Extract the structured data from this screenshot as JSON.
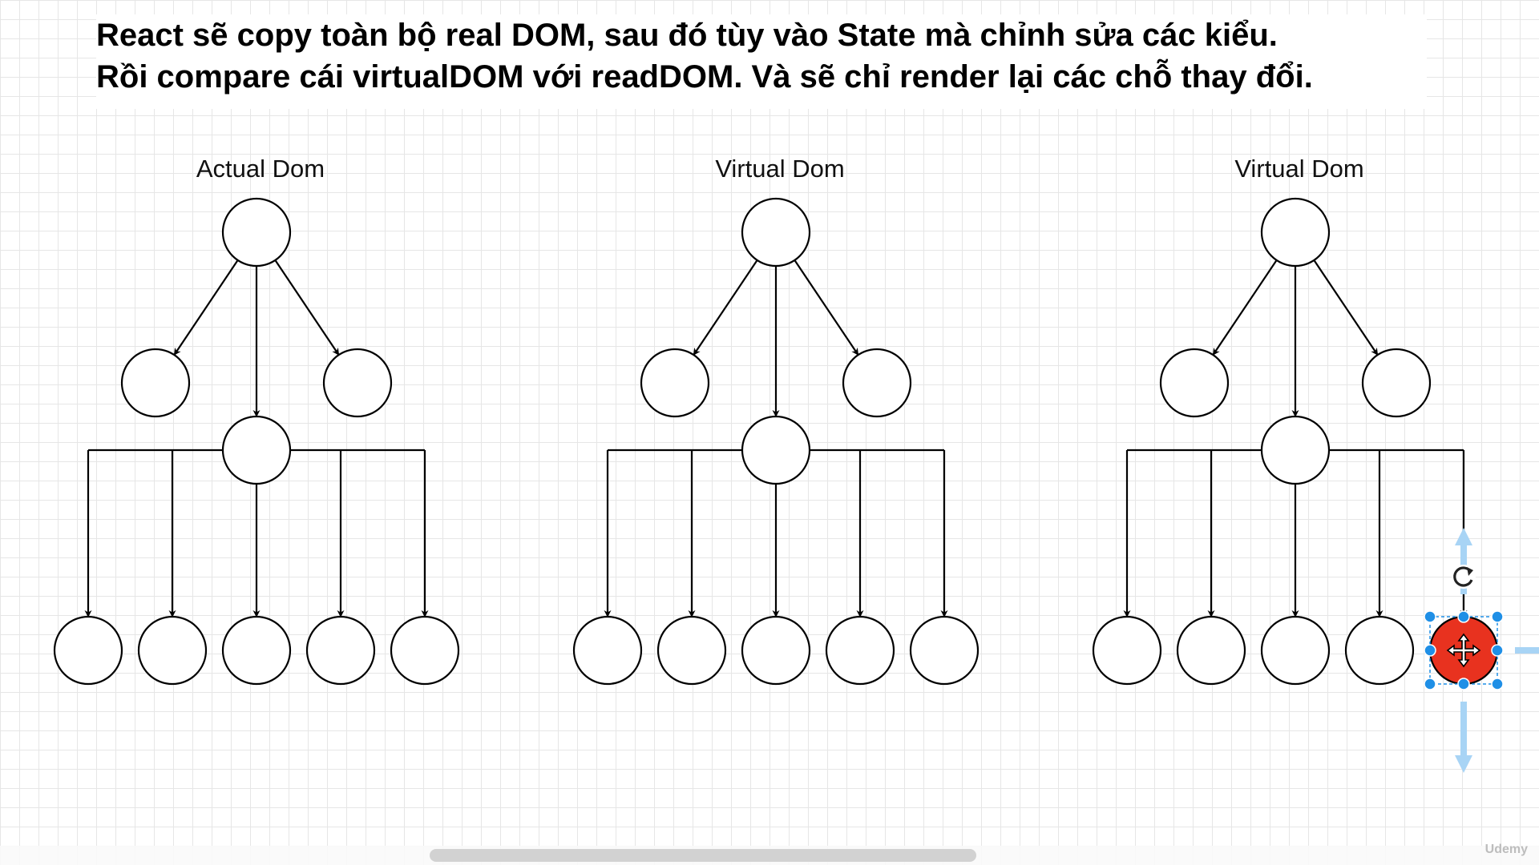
{
  "caption": {
    "line1": "React sẽ copy toàn  bộ real DOM, sau đó tùy vào State mà chỉnh sửa các kiểu.",
    "line2": "Rồi compare cái virtualDOM với readDOM. Và sẽ chỉ render lại các chỗ thay đổi."
  },
  "trees": [
    {
      "title": "Actual Dom",
      "changed_leaf": null
    },
    {
      "title": "Virtual Dom",
      "changed_leaf": null
    },
    {
      "title": "Virtual Dom",
      "changed_leaf": 4
    }
  ],
  "colors": {
    "stroke": "#000000",
    "changed_fill": "#e8321f",
    "selection": "#1f8fe6",
    "selection_light": "#a8d4f5"
  },
  "icons": {
    "move": "move-icon",
    "rotate": "rotate-icon"
  },
  "watermark": "Udemy"
}
